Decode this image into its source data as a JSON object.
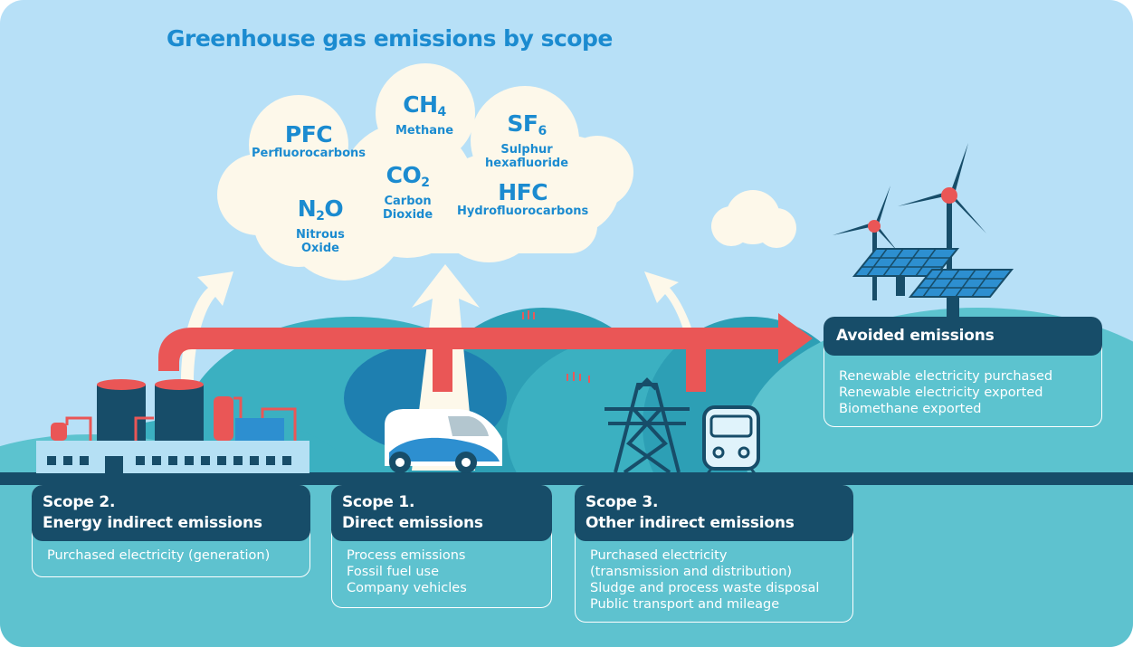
{
  "title": "Greenhouse gas emissions by scope",
  "gases": [
    {
      "formula": "PFC",
      "sub": "",
      "name_lines": [
        "Perfluorocarbons"
      ]
    },
    {
      "formula": "CH",
      "sub": "4",
      "name_lines": [
        "Methane"
      ]
    },
    {
      "formula": "SF",
      "sub": "6",
      "name_lines": [
        "Sulphur",
        "hexafluoride"
      ]
    },
    {
      "formula": "CO",
      "sub": "2",
      "name_lines": [
        "Carbon",
        "Dioxide"
      ]
    },
    {
      "formula": "HFC",
      "sub": "",
      "name_lines": [
        "Hydrofluorocarbons"
      ]
    },
    {
      "formula_pre": "N",
      "sub": "2",
      "formula_post": "O",
      "name_lines": [
        "Nitrous",
        "Oxide"
      ]
    }
  ],
  "scopes": [
    {
      "heading_line1": "Scope 2.",
      "heading_line2": "Energy indirect emissions",
      "items": [
        "Purchased electricity (generation)"
      ]
    },
    {
      "heading_line1": "Scope 1.",
      "heading_line2": "Direct emissions",
      "items": [
        "Process emissions",
        "Fossil fuel use",
        "Company vehicles"
      ]
    },
    {
      "heading_line1": "Scope 3.",
      "heading_line2": "Other indirect emissions",
      "items": [
        "Purchased electricity",
        "(transmission and distribution)",
        "Sludge and process waste disposal",
        "Public transport and mileage"
      ]
    }
  ],
  "avoided": {
    "heading": "Avoided emissions",
    "items": [
      "Renewable electricity purchased",
      "Renewable electricity exported",
      "Biomethane exported"
    ]
  },
  "colors": {
    "sky": "#b7e0f7",
    "title": "#1b8bd0",
    "hill_dark": "#3bb0c1",
    "hill_light": "#5cc3cf",
    "ground": "#5ec2cf",
    "road": "#174d69",
    "arrow": "#ea5656",
    "cloud": "#fdf8ea",
    "header_bg": "#174d69"
  },
  "icons": [
    "cloud-icon",
    "factory-icon",
    "car-icon",
    "pylon-icon",
    "train-icon",
    "wind-turbine-icon",
    "solar-panel-icon",
    "arrow-icon"
  ]
}
